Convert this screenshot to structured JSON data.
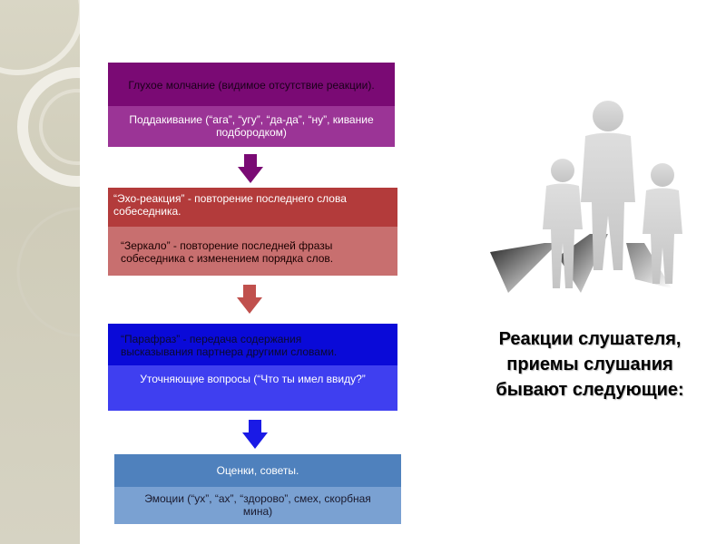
{
  "blocks": [
    {
      "top_text": "Глухое молчание (видимое отсутствие реакции).",
      "bottom_text": "Поддакивание (“ага”, “угу”, “да-да”, “ну”, кивание подбородком)",
      "top_color": "#7a0a74",
      "bottom_color": "#9b3496",
      "arrow_color": "#7a0a74"
    },
    {
      "top_text": "“Эхо-реакция” - повторение последнего слова собеседника.",
      "bottom_text": "“Зеркало” - повторение последней фразы собеседника с изменением порядка слов.",
      "top_color": "#b33b3b",
      "bottom_color": "#c86f6f",
      "arrow_color": "#c0504d"
    },
    {
      "top_text": "“Парафраз” - передача содержания высказывания партнера другими словами.",
      "bottom_text": "Уточняющие вопросы (“Что ты имел ввиду?”",
      "top_color": "#0a0ad8",
      "bottom_color": "#3f3ff0",
      "arrow_color": "#1a1ae6"
    },
    {
      "top_text": "Оценки, советы.",
      "bottom_text": "Эмоции (“ух”, “ах”, “здорово”, смех, скорбная мина)",
      "top_color": "#4f81bd",
      "bottom_color": "#7aa1d2"
    }
  ],
  "caption": {
    "line1": "Реакции слушателя,",
    "line2": "приемы слушания",
    "line3": "бывают следующие:"
  },
  "icons": {
    "people": "people-silhouettes-icon",
    "arrow": "arrow-down-icon"
  }
}
